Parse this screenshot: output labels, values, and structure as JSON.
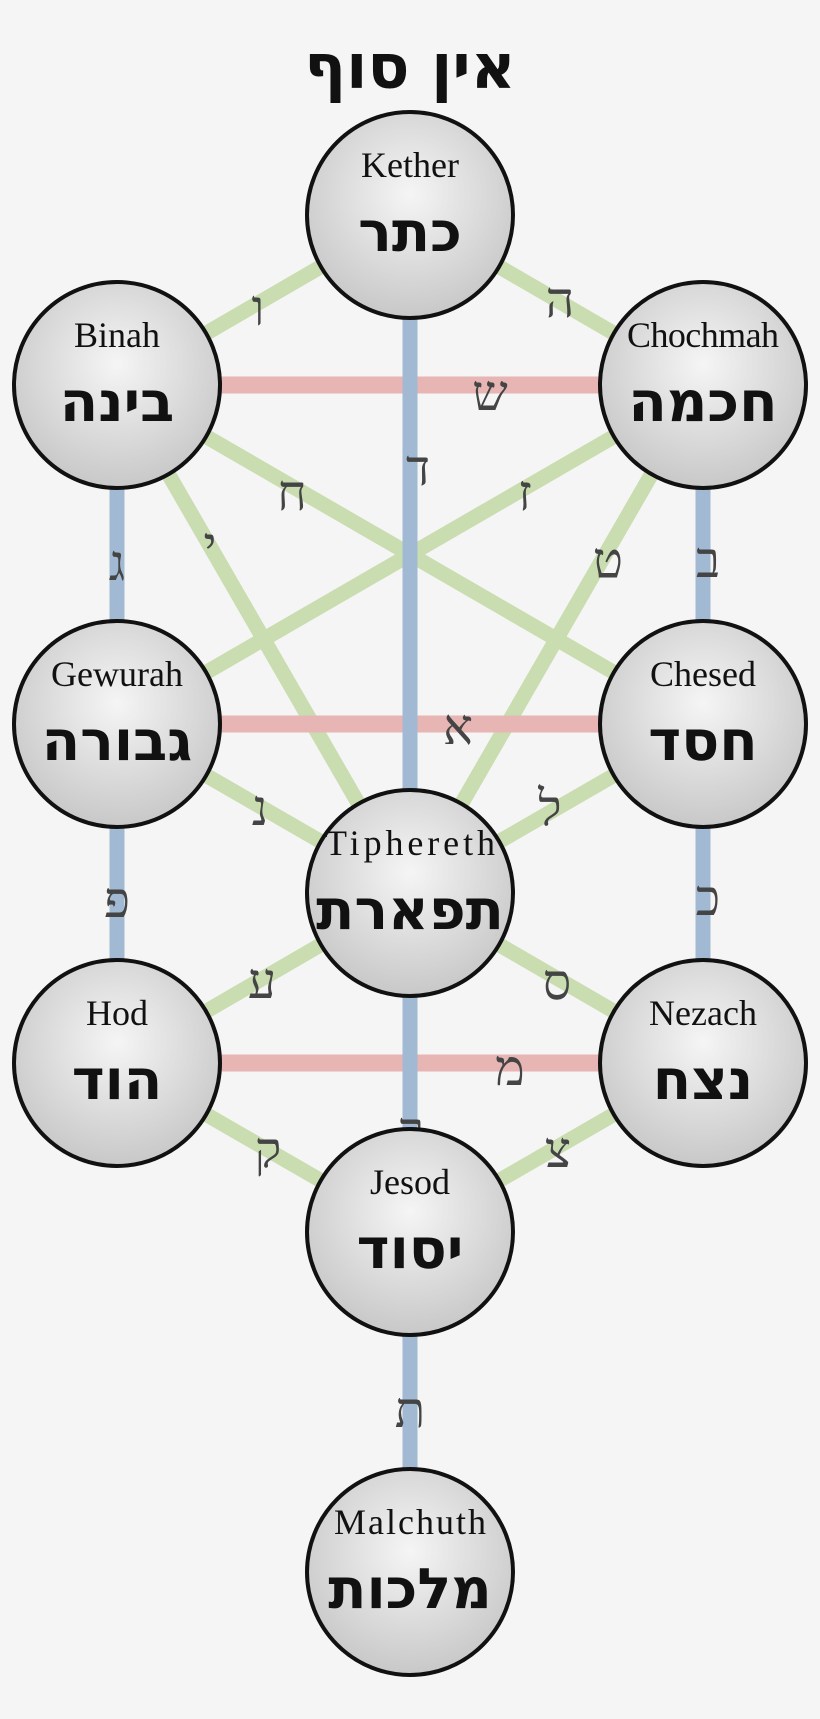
{
  "title": "אין סוף",
  "colors": {
    "background": "#f5f5f5",
    "mother_paths": "#e7b5b3",
    "double_paths": "#a2b9d4",
    "simple_paths": "#c9ddb0",
    "node_fill_center": "#f5f5f5",
    "node_fill_edge": "#c8c8c8"
  },
  "sephiroth": [
    {
      "id": "kether",
      "english": "Kether",
      "hebrew": "כתר"
    },
    {
      "id": "chochmah",
      "english": "Chochmah",
      "hebrew": "חכמה"
    },
    {
      "id": "binah",
      "english": "Binah",
      "hebrew": "בינה"
    },
    {
      "id": "chesed",
      "english": "Chesed",
      "hebrew": "חסד"
    },
    {
      "id": "gewurah",
      "english": "Gewurah",
      "hebrew": "גבורה"
    },
    {
      "id": "tiphereth",
      "english": "Tiphereth",
      "hebrew": "תפארת"
    },
    {
      "id": "nezach",
      "english": "Nezach",
      "hebrew": "נצח"
    },
    {
      "id": "hod",
      "english": "Hod",
      "hebrew": "הוד"
    },
    {
      "id": "jesod",
      "english": "Jesod",
      "hebrew": "יסוד"
    },
    {
      "id": "malchuth",
      "english": "Malchuth",
      "hebrew": "מלכות"
    }
  ],
  "paths": [
    {
      "id": "kether-binah",
      "from": "kether",
      "to": "binah",
      "letter": "ו",
      "kind": "simple"
    },
    {
      "id": "kether-chochmah",
      "from": "kether",
      "to": "chochmah",
      "letter": "ה",
      "kind": "simple"
    },
    {
      "id": "kether-tiphereth",
      "from": "kether",
      "to": "tiphereth",
      "letter": "ד",
      "kind": "double"
    },
    {
      "id": "binah-chochmah",
      "from": "binah",
      "to": "chochmah",
      "letter": "ש",
      "kind": "mother"
    },
    {
      "id": "binah-chesed",
      "from": "binah",
      "to": "chesed",
      "letter": "ח",
      "kind": "simple"
    },
    {
      "id": "chochmah-gewurah",
      "from": "chochmah",
      "to": "gewurah",
      "letter": "ז",
      "kind": "simple"
    },
    {
      "id": "binah-tiphereth",
      "from": "binah",
      "to": "tiphereth",
      "letter": "י",
      "kind": "simple"
    },
    {
      "id": "chochmah-tiphereth",
      "from": "chochmah",
      "to": "tiphereth",
      "letter": "ט",
      "kind": "simple"
    },
    {
      "id": "binah-gewurah",
      "from": "binah",
      "to": "gewurah",
      "letter": "ג",
      "kind": "double"
    },
    {
      "id": "chochmah-chesed",
      "from": "chochmah",
      "to": "chesed",
      "letter": "ב",
      "kind": "double"
    },
    {
      "id": "gewurah-chesed",
      "from": "gewurah",
      "to": "chesed",
      "letter": "א",
      "kind": "mother"
    },
    {
      "id": "gewurah-tiphereth",
      "from": "gewurah",
      "to": "tiphereth",
      "letter": "נ",
      "kind": "simple"
    },
    {
      "id": "chesed-tiphereth",
      "from": "chesed",
      "to": "tiphereth",
      "letter": "ל",
      "kind": "simple"
    },
    {
      "id": "gewurah-hod",
      "from": "gewurah",
      "to": "hod",
      "letter": "פ",
      "kind": "double"
    },
    {
      "id": "chesed-nezach",
      "from": "chesed",
      "to": "nezach",
      "letter": "כ",
      "kind": "double"
    },
    {
      "id": "tiphereth-hod",
      "from": "tiphereth",
      "to": "hod",
      "letter": "ע",
      "kind": "simple"
    },
    {
      "id": "tiphereth-nezach",
      "from": "tiphereth",
      "to": "nezach",
      "letter": "ס",
      "kind": "simple"
    },
    {
      "id": "hod-nezach",
      "from": "hod",
      "to": "nezach",
      "letter": "מ",
      "kind": "mother"
    },
    {
      "id": "tiphereth-jesod",
      "from": "tiphereth",
      "to": "jesod",
      "letter": "ר",
      "kind": "double"
    },
    {
      "id": "hod-jesod",
      "from": "hod",
      "to": "jesod",
      "letter": "ק",
      "kind": "simple"
    },
    {
      "id": "nezach-jesod",
      "from": "nezach",
      "to": "jesod",
      "letter": "צ",
      "kind": "simple"
    },
    {
      "id": "jesod-malchuth",
      "from": "jesod",
      "to": "malchuth",
      "letter": "ת",
      "kind": "double"
    }
  ]
}
